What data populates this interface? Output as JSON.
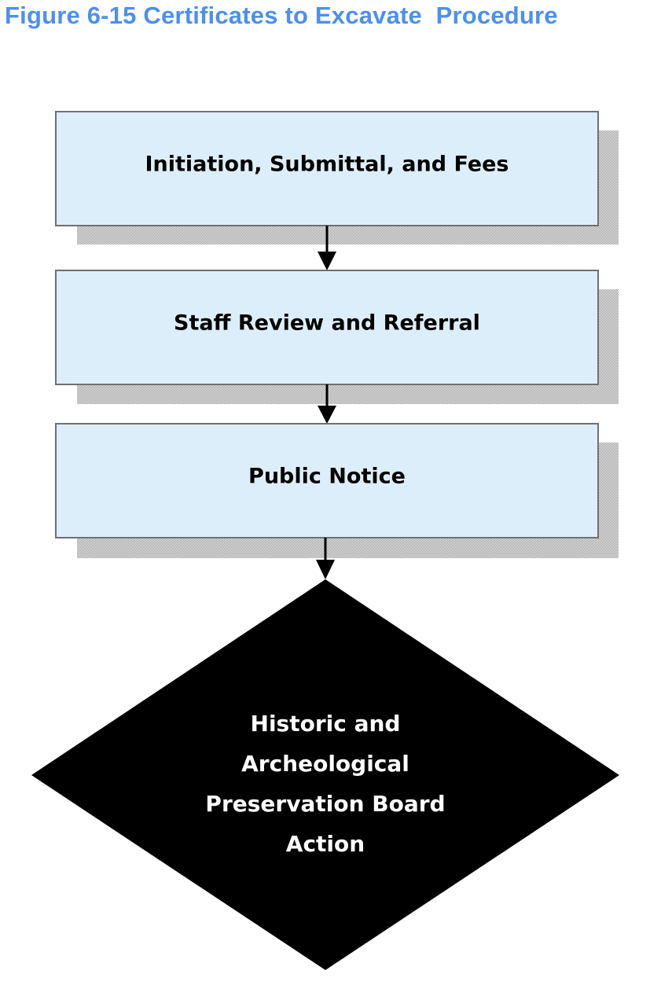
{
  "title": "Figure 6-15 Certificates to Excavate  Procedure",
  "colors": {
    "title": "#4c8ff0",
    "box_fill": "#ddeefb",
    "box_border": "#707070",
    "shadow": "#a0a0a0",
    "decision_fill": "#000000",
    "decision_text": "#ffffff",
    "arrow": "#000000"
  },
  "steps": [
    {
      "id": "step-1",
      "label": "Initiation, Submittal, and Fees"
    },
    {
      "id": "step-2",
      "label": "Staff Review and Referral"
    },
    {
      "id": "step-3",
      "label": "Public Notice"
    }
  ],
  "decision": {
    "id": "decision",
    "label_lines": [
      "Historic and",
      "Archeological",
      "Preservation Board",
      "Action"
    ]
  }
}
